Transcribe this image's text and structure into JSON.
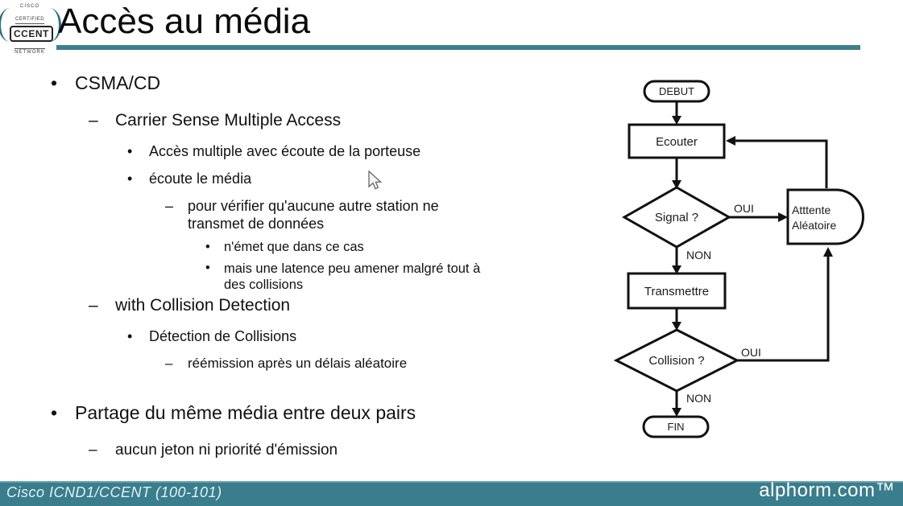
{
  "slide": {
    "title": "Accès au média",
    "accent_color": "#3d7e90"
  },
  "logo": {
    "line1": "CISCO",
    "line2": "CERTIFIED",
    "line3": "CCENT",
    "line4": "NETWORK"
  },
  "bullets": [
    {
      "marker": "•",
      "text": "CSMA/CD"
    },
    {
      "marker": "–",
      "text": "Carrier Sense Multiple Access"
    },
    {
      "marker": "•",
      "text": "Accès multiple avec écoute de la porteuse"
    },
    {
      "marker": "•",
      "text": "écoute le média"
    },
    {
      "marker": "–",
      "text": "pour vérifier qu'aucune autre station ne\ntransmet de données"
    },
    {
      "marker": "•",
      "text": "n'émet que dans ce cas"
    },
    {
      "marker": "•",
      "text": "mais une latence peu amener malgré tout à\ndes collisions"
    },
    {
      "marker": "–",
      "text": "with Collision Detection"
    },
    {
      "marker": "•",
      "text": "Détection de Collisions"
    },
    {
      "marker": "–",
      "text": "réémission après un délais aléatoire"
    },
    {
      "marker": "•",
      "text": "Partage du même média entre deux pairs"
    },
    {
      "marker": "–",
      "text": "aucun jeton ni priorité d'émission"
    }
  ],
  "flowchart": {
    "nodes": {
      "start": {
        "type": "terminator",
        "label": "DEBUT"
      },
      "listen": {
        "type": "process",
        "label": "Ecouter"
      },
      "signal": {
        "type": "decision",
        "label": "Signal ?"
      },
      "wait": {
        "type": "delay",
        "line1": "Atttente",
        "line2": "Aléatoire"
      },
      "transmit": {
        "type": "process",
        "label": "Transmettre"
      },
      "collision": {
        "type": "decision",
        "label": "Collision ?"
      },
      "end": {
        "type": "terminator",
        "label": "FIN"
      }
    },
    "labels": {
      "signal_oui": "OUI",
      "signal_non": "NON",
      "collision_oui": "OUI",
      "collision_non": "NON"
    }
  },
  "footer": {
    "left": "Cisco ICND1/CCENT (100-101)",
    "right": "alphorm.com™"
  }
}
